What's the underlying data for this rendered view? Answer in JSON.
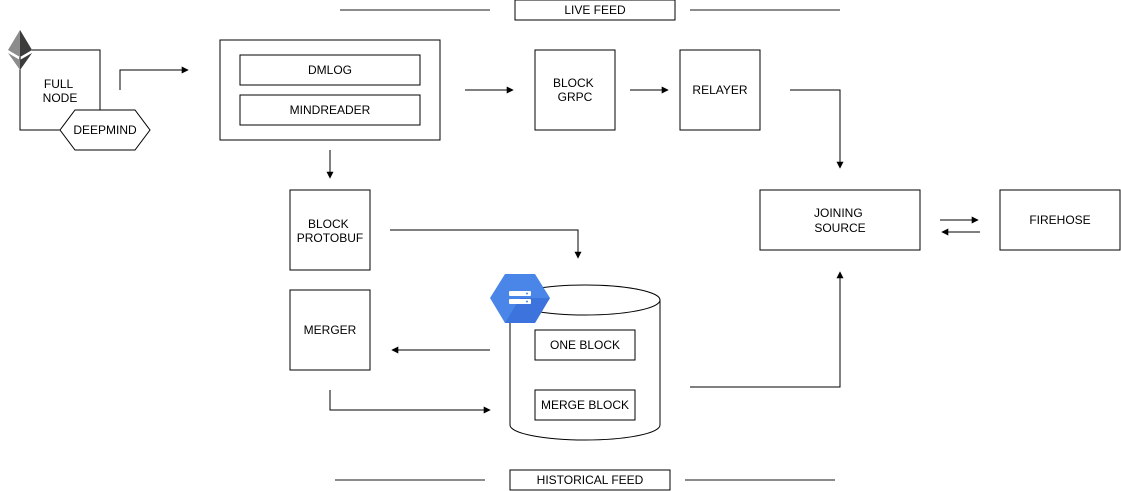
{
  "sections": {
    "live": "LIVE FEED",
    "historical": "HISTORICAL FEED"
  },
  "nodes": {
    "full_node": [
      "FULL",
      "NODE"
    ],
    "deepmind": "DEEPMIND",
    "dmlog": "DMLOG",
    "mindreader": "MINDREADER",
    "block_grpc": [
      "BLOCK",
      "GRPC"
    ],
    "relayer": "RELAYER",
    "joining_source": [
      "JOINING",
      "SOURCE"
    ],
    "firehose": "FIREHOSE",
    "block_protobuf": [
      "BLOCK",
      "PROTOBUF"
    ],
    "merger": "MERGER",
    "one_block": "ONE BLOCK",
    "merge_block": "MERGE BLOCK"
  },
  "icons": {
    "ethereum": "ethereum-logo-icon",
    "storage": "cloud-storage-icon"
  },
  "colors": {
    "storage_icon": "#4a86e8",
    "storage_icon_dark": "#3367d6"
  }
}
